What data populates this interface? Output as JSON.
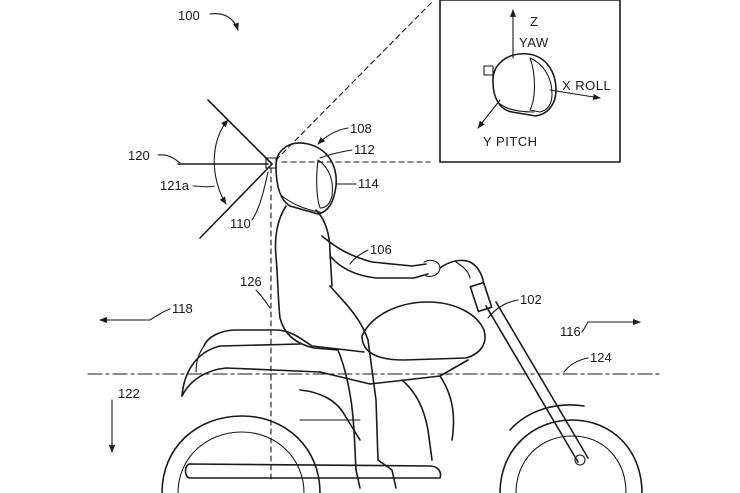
{
  "figure": {
    "labels": {
      "fig_ref": "100",
      "helmet_side": "108",
      "helmet_top": "112",
      "visor": "114",
      "horizontal_ref": "120",
      "angle": "121a",
      "sensor": "110",
      "rider": "106",
      "vertical_line": "126",
      "left_arrow": "118",
      "tank": "102",
      "right_arrow": "116",
      "centerline": "124",
      "down_arrow": "122"
    },
    "inset": {
      "z_axis": "Z",
      "yaw": "YAW",
      "x_axis": "X ROLL",
      "y_axis": "Y PITCH"
    }
  }
}
